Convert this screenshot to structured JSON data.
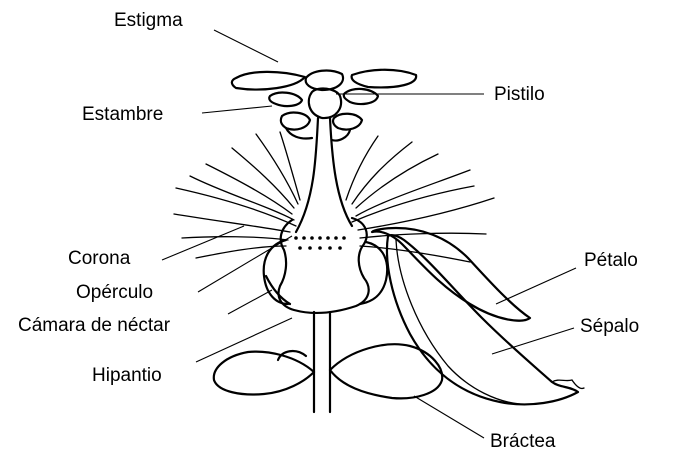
{
  "labels": {
    "estigma": "Estigma",
    "estambre": "Estambre",
    "pistilo": "Pistilo",
    "corona": "Corona",
    "operculo": "Opérculo",
    "camara_de_nectar": "Cámara de néctar",
    "hipantio": "Hipantio",
    "petalo": "Pétalo",
    "sepalo": "Sépalo",
    "bractea": "Bráctea"
  },
  "colors": {
    "ink": "#000000",
    "background": "#ffffff"
  }
}
